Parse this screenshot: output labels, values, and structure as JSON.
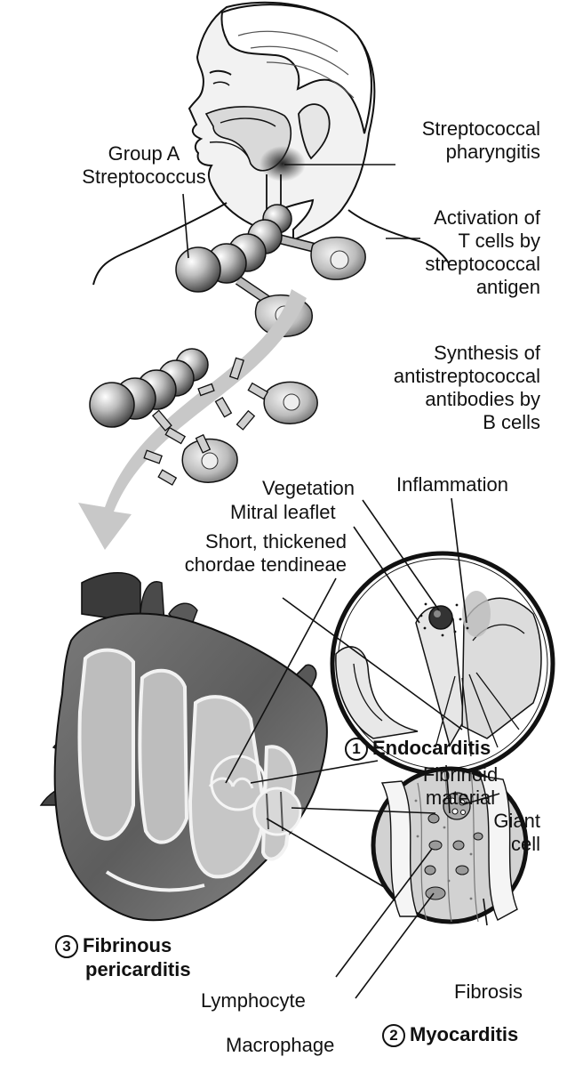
{
  "labels": {
    "group_a": [
      "Group A",
      "Streptococcus"
    ],
    "pharyngitis": [
      "Streptococcal",
      "pharyngitis"
    ],
    "activation": [
      "Activation of",
      "T cells by",
      "streptococcal",
      "antigen"
    ],
    "synthesis": [
      "Synthesis of",
      "antistreptococcal",
      "antibodies by",
      "B cells"
    ],
    "vegetation": "Vegetation",
    "inflammation": "Inflammation",
    "mitral_leaflet": "Mitral leaflet",
    "chordae": [
      "Short, thickened",
      "chordae tendineae"
    ],
    "endocarditis": {
      "number": "1",
      "text": "Endocarditis"
    },
    "fibrinoid": [
      "Fibrinoid",
      "material"
    ],
    "giant_cell": [
      "Giant",
      "cell"
    ],
    "pericarditis": {
      "number": "3",
      "line1": "Fibrinous",
      "line2": "pericarditis"
    },
    "lymphocyte": "Lymphocyte",
    "fibrosis": "Fibrosis",
    "macrophage": "Macrophage",
    "myocarditis": {
      "number": "2",
      "text": "Myocarditis"
    }
  }
}
